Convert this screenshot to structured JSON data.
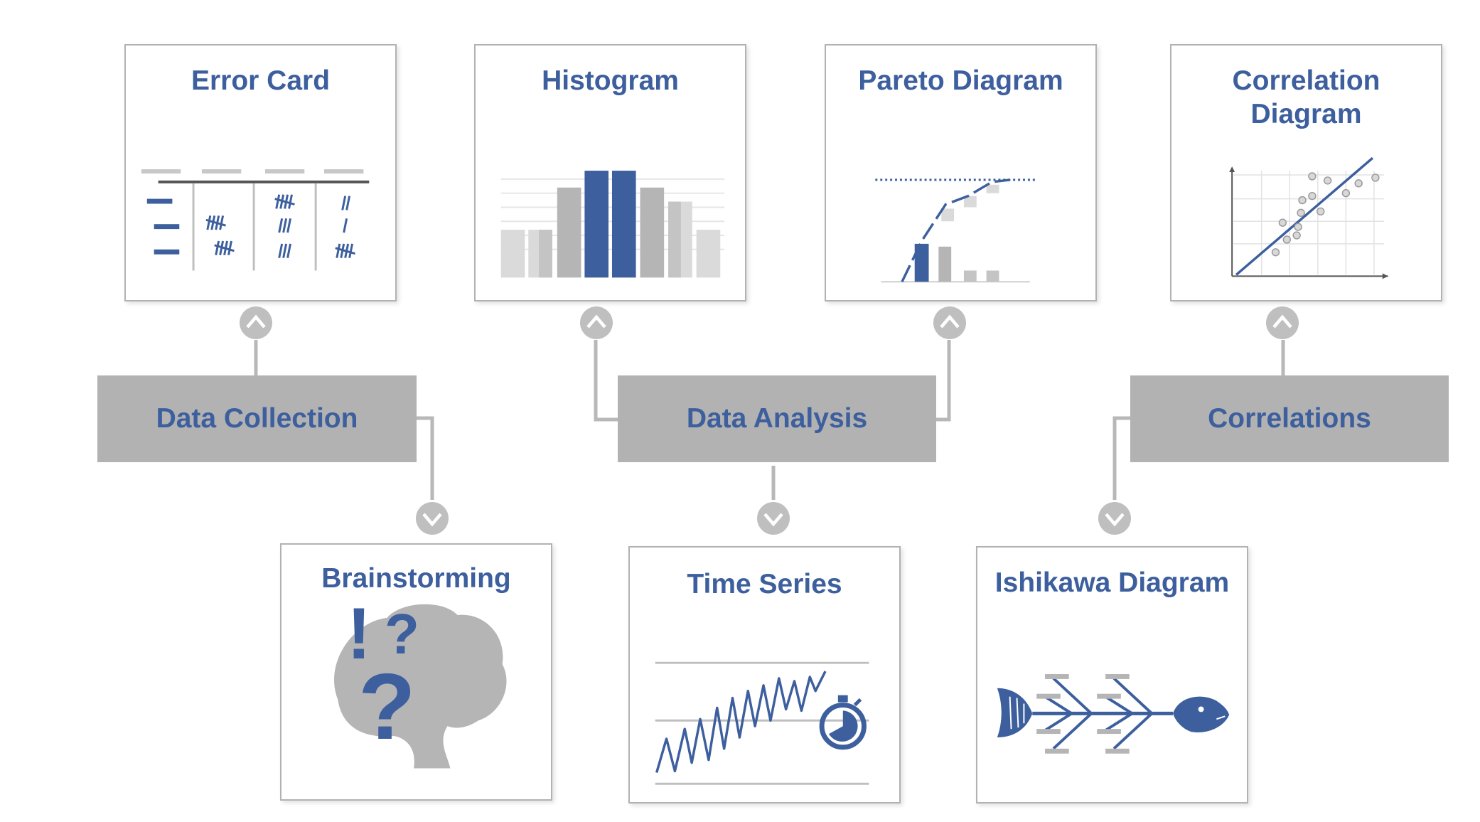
{
  "colors": {
    "accent": "#3d5f9e",
    "category_fill": "#b2b2b2",
    "card_border": "#b2b2b2",
    "art_gray": "#b5b5b5",
    "art_light": "#dadada"
  },
  "categories": [
    {
      "id": "data-collection",
      "label": "Data Collection"
    },
    {
      "id": "data-analysis",
      "label": "Data Analysis"
    },
    {
      "id": "correlations",
      "label": "Correlations"
    }
  ],
  "cards": {
    "error_card": {
      "title": "Error Card",
      "icon": "tally-sheet-icon"
    },
    "histogram": {
      "title": "Histogram",
      "icon": "histogram-icon"
    },
    "pareto": {
      "title": "Pareto Diagram",
      "icon": "pareto-icon"
    },
    "correlation": {
      "title_line1": "Correlation",
      "title_line2": "Diagram",
      "icon": "scatter-plot-icon"
    },
    "brainstorming": {
      "title": "Brainstorming",
      "icon": "brain-icon",
      "glyph_exclaim": "!",
      "glyph_question": "?"
    },
    "time_series": {
      "title": "Time Series",
      "icon": "time-series-icon"
    },
    "ishikawa": {
      "title": "Ishikawa Diagram",
      "icon": "fishbone-icon"
    }
  },
  "connector_icons": {
    "up": "chevron-up-icon",
    "down": "chevron-down-icon"
  }
}
